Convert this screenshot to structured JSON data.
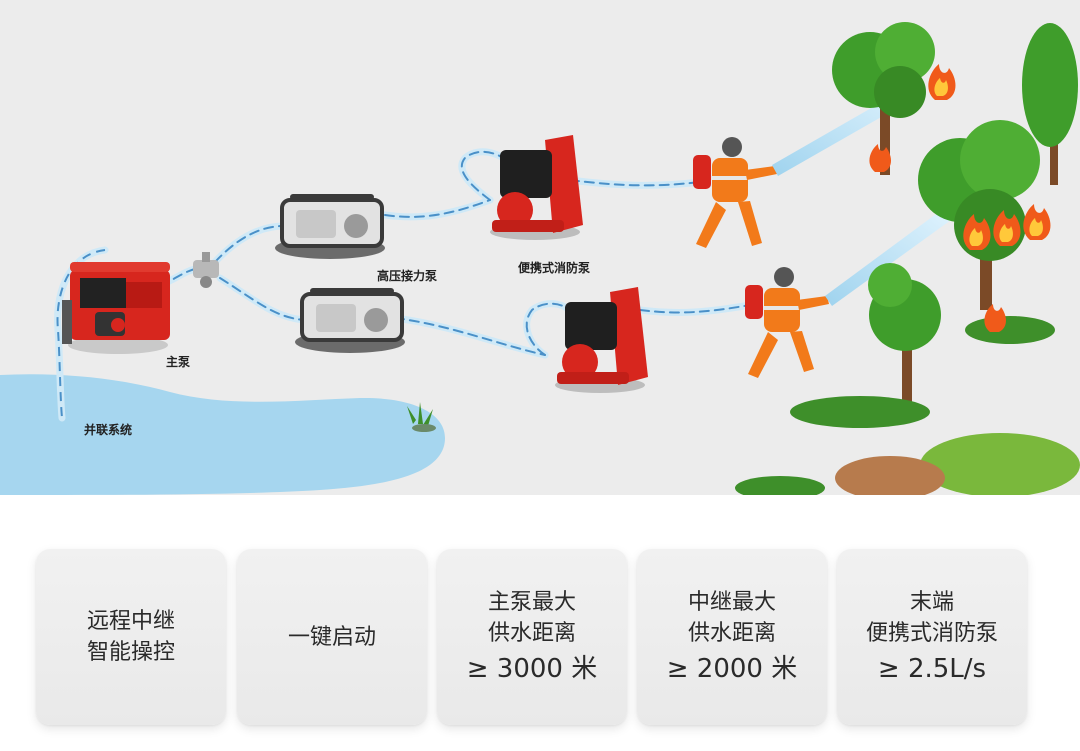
{
  "labels": {
    "main_pump": "主泵",
    "parallel_system": "并联系统",
    "high_pressure_relay": "高压接力泵",
    "portable_pump": "便携式消防泵"
  },
  "cards": [
    {
      "lines": [
        "远程中继",
        "智能操控"
      ],
      "value": ""
    },
    {
      "lines": [
        "一键启动"
      ],
      "value": ""
    },
    {
      "lines": [
        "主泵最大",
        "供水距离"
      ],
      "value": "≥ 3000 米"
    },
    {
      "lines": [
        "中继最大",
        "供水距离"
      ],
      "value": "≥ 2000 米"
    },
    {
      "lines": [
        "末端",
        "便携式消防泵"
      ],
      "value": "≥ 2.5L/s"
    }
  ],
  "colors": {
    "hose": "#bfe1f3",
    "hose_dash": "#4a90c8",
    "water": "#a6d6ef",
    "pump_red": "#d7261e",
    "relay_body": "#e6e6e6",
    "firefighter_orange": "#f27a1a",
    "tree_green": "#3f9d2b",
    "flame": "#f05a1a"
  }
}
